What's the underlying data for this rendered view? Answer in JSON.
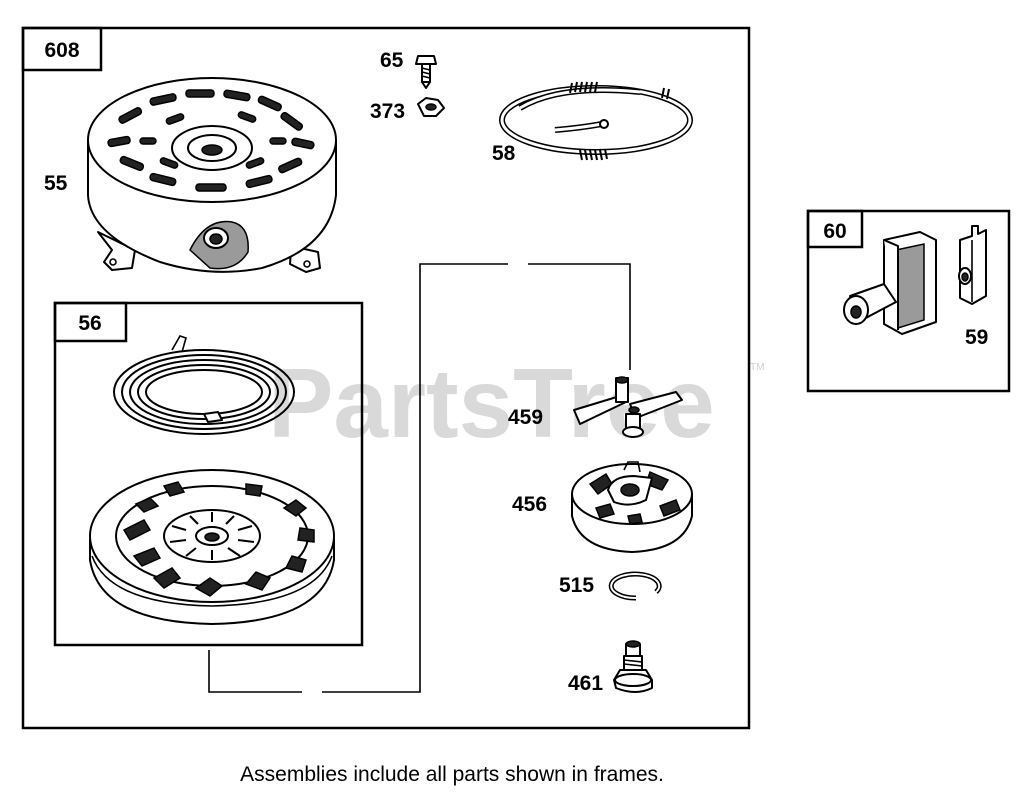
{
  "watermark": {
    "text": "PartsTree",
    "trademark": "TM"
  },
  "frames": {
    "main": {
      "tag": "608"
    },
    "sub_56": {
      "tag": "56"
    },
    "side_60": {
      "tag": "60"
    }
  },
  "parts": {
    "p65": "65",
    "p373": "373",
    "p58": "58",
    "p55": "55",
    "p459": "459",
    "p456": "456",
    "p515": "515",
    "p461": "461",
    "p59": "59"
  },
  "caption": "Assemblies include all parts shown in frames."
}
